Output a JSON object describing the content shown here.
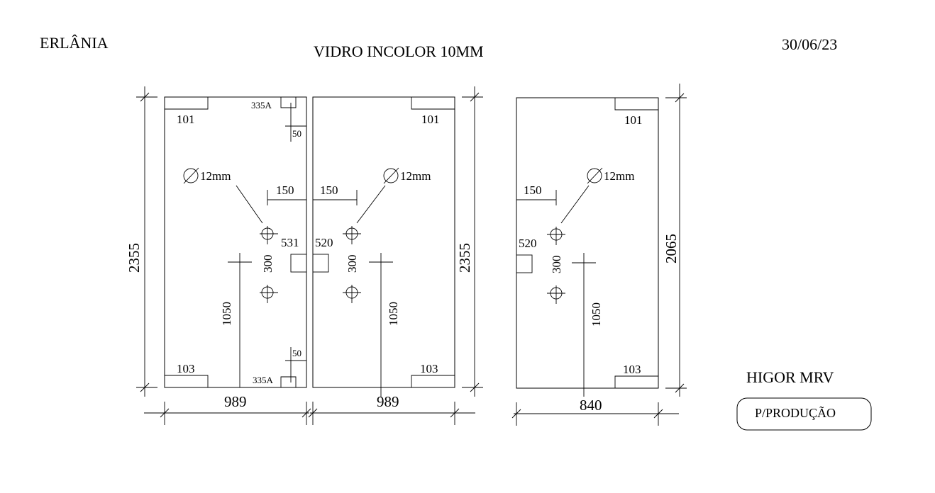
{
  "header": {
    "client": "ERLÂNIA",
    "title": "VIDRO INCOLOR 10MM",
    "date": "30/06/23"
  },
  "footer": {
    "author": "HIGOR MRV",
    "status": "P/PRODUÇÃO"
  },
  "panels": {
    "left": {
      "width": "989",
      "height": "2355",
      "top_fitting": "101",
      "bottom_fitting": "103",
      "top_corner": "335A",
      "bottom_corner": "335A",
      "corner_offset_top": "50",
      "corner_offset_bottom": "50",
      "hole_label": "12mm",
      "hole_edge": "150",
      "hole_spacing": "300",
      "handle_height": "1050",
      "lock": "531"
    },
    "middle": {
      "width": "989",
      "height": "2355",
      "top_fitting": "101",
      "bottom_fitting": "103",
      "hole_label": "12mm",
      "hole_edge": "150",
      "hole_spacing": "300",
      "handle_height": "1050",
      "lock": "520"
    },
    "right": {
      "width": "840",
      "height": "2065",
      "top_fitting": "101",
      "bottom_fitting": "103",
      "hole_label": "12mm",
      "hole_edge": "150",
      "hole_spacing": "300",
      "handle_height": "1050",
      "lock": "520"
    }
  }
}
